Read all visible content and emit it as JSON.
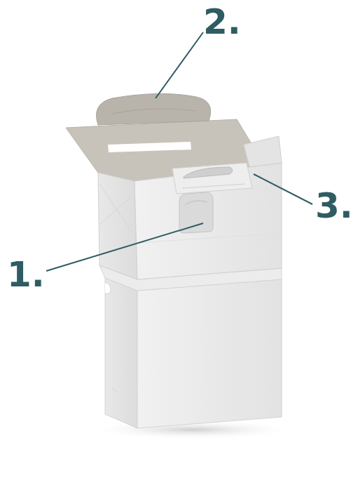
{
  "diagram": {
    "labels": [
      "2.",
      "3.",
      "1."
    ]
  }
}
